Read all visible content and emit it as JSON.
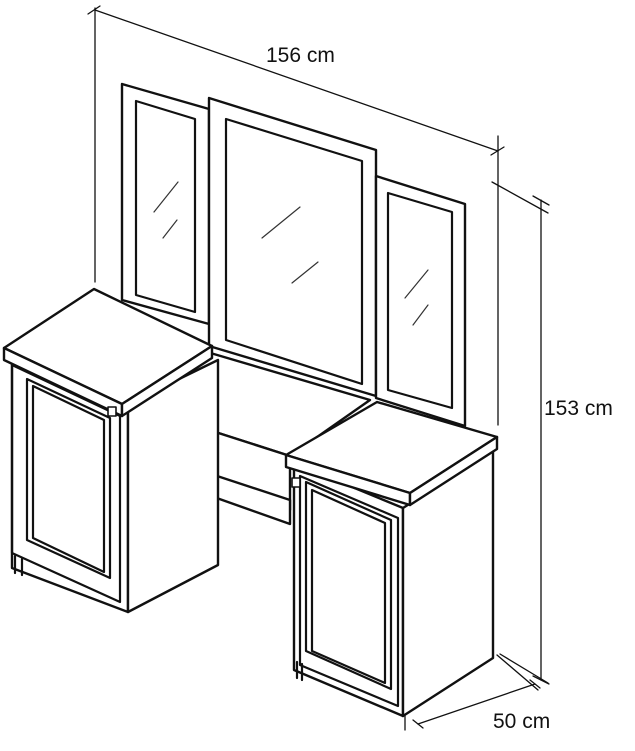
{
  "dimensions": {
    "width": "156 cm",
    "height": "153 cm",
    "depth": "50 cm"
  },
  "colors": {
    "line": "#111111",
    "background": "#ffffff"
  }
}
